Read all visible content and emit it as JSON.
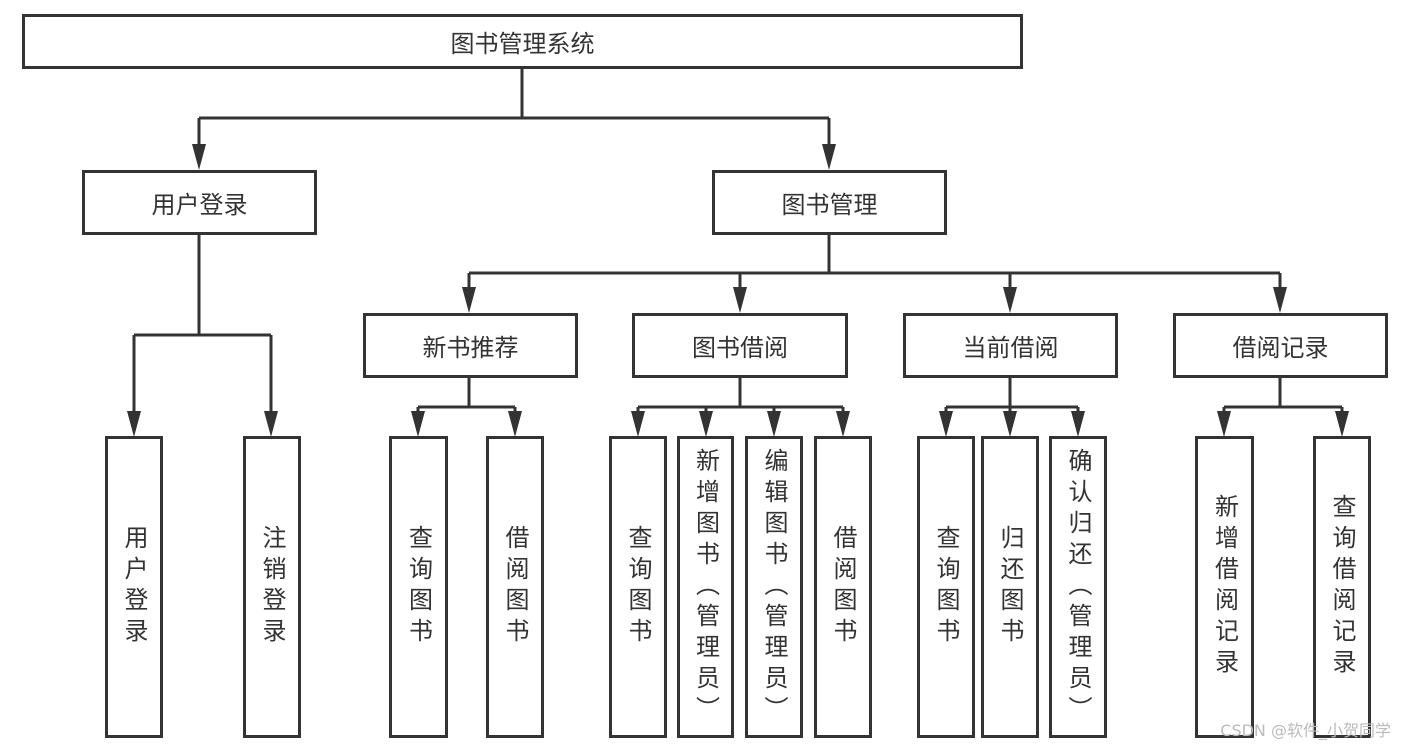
{
  "root": "图书管理系统",
  "branches": [
    {
      "label": "用户登录",
      "children": [
        "用户登录",
        "注销登录"
      ]
    },
    {
      "label": "图书管理",
      "children": [
        {
          "label": "新书推荐",
          "children": [
            "查询图书",
            "借阅图书"
          ]
        },
        {
          "label": "图书借阅",
          "children": [
            "查询图书",
            "新增图书（管理员）",
            "编辑图书（管理员）",
            "借阅图书"
          ]
        },
        {
          "label": "当前借阅",
          "children": [
            "查询图书",
            "归还图书",
            "确认归还（管理员）"
          ]
        },
        {
          "label": "借阅记录",
          "children": [
            "新增借阅记录",
            "查询借阅记录"
          ]
        }
      ]
    }
  ],
  "watermark": "CSDN @软件_小贺同学",
  "colors": {
    "stroke": "#333333",
    "background": "#ffffff"
  }
}
